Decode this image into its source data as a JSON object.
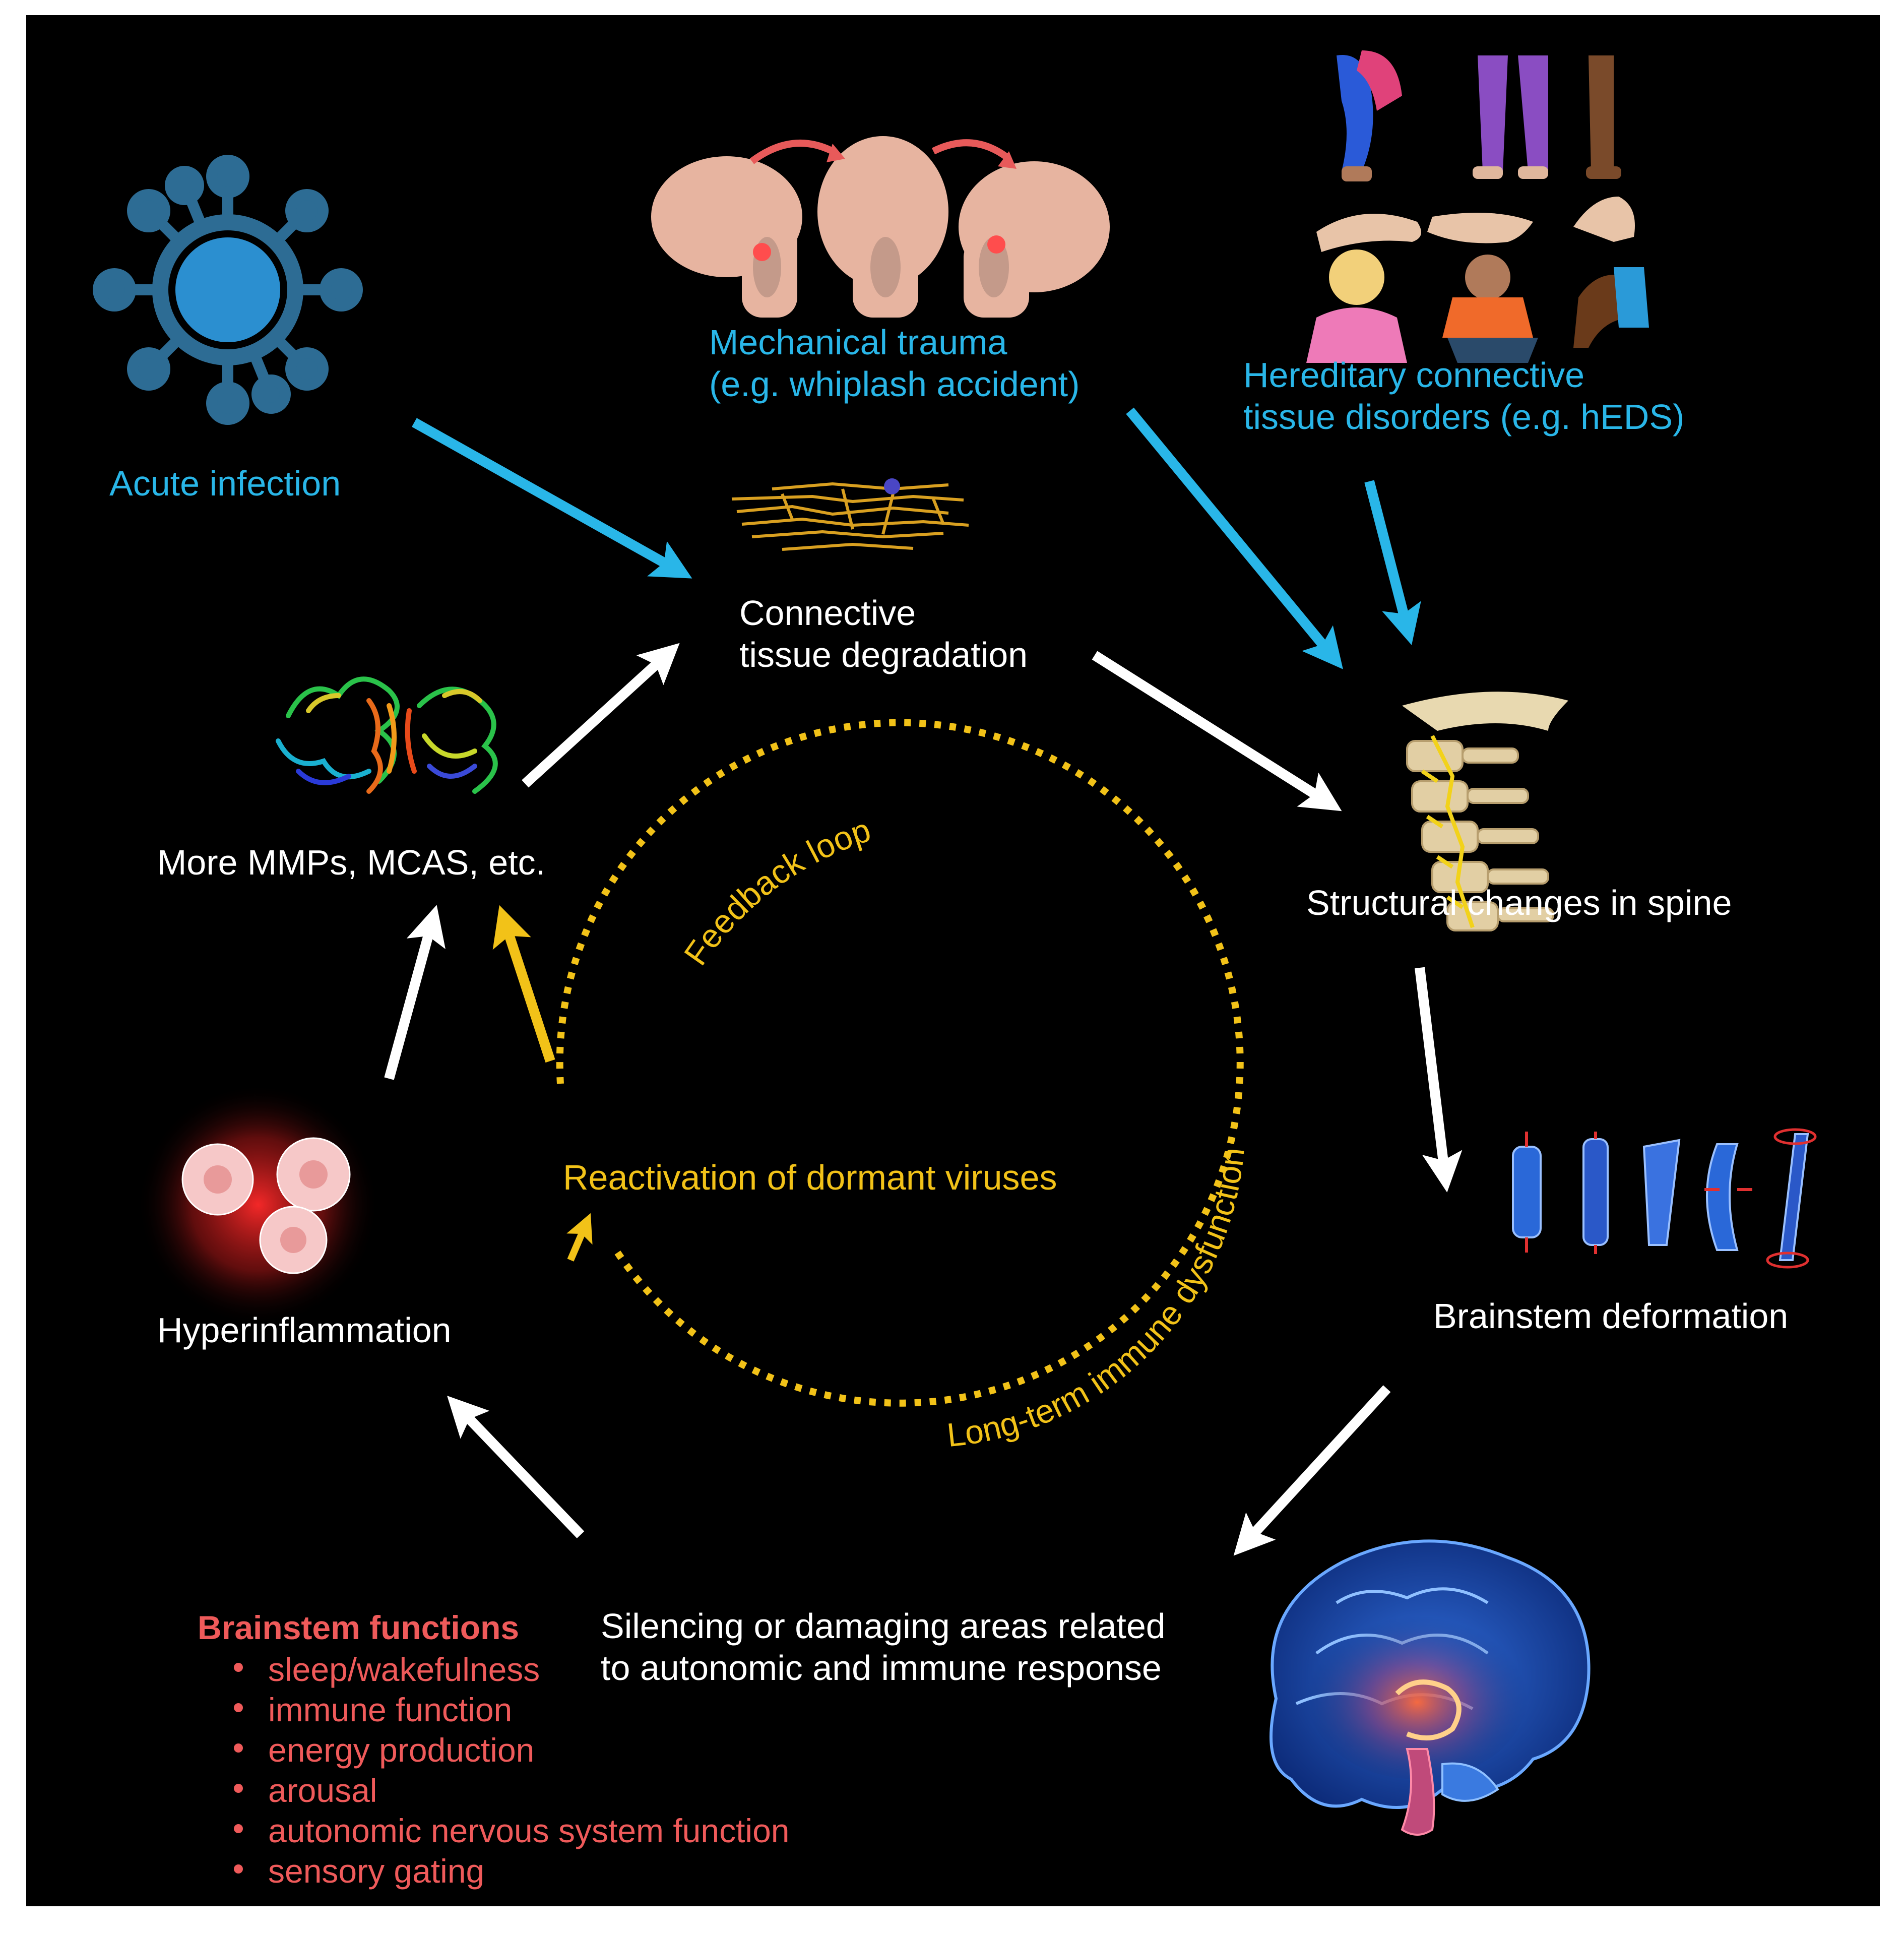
{
  "colors": {
    "background": "#000000",
    "cause_blue": "#29b6e8",
    "arrow_white": "#ffffff",
    "loop_yellow": "#f2c218",
    "function_red": "#ef5a5a"
  },
  "causes": {
    "acute_infection": "Acute infection",
    "mechanical_trauma": [
      "Mechanical trauma",
      "(e.g. whiplash accident)"
    ],
    "hereditary": [
      "Hereditary connective",
      "tissue disorders (e.g. hEDS)"
    ]
  },
  "cycle": {
    "connective_tissue": [
      "Connective",
      "tissue degradation"
    ],
    "spine": "Structural changes in spine",
    "brainstem_deformation": "Brainstem deformation",
    "silencing": [
      "Silencing or damaging areas related",
      "to autonomic and immune response"
    ],
    "hyperinflammation": "Hyperinflammation",
    "mmps": "More MMPs, MCAS, etc."
  },
  "loop": {
    "feedback": "Feedback loop",
    "long_term": "Long-term immune dysfunction",
    "reactivation": "Reactivation of dormant viruses"
  },
  "brainstem_functions": {
    "title": "Brainstem functions",
    "items": [
      "sleep/wakefulness",
      "immune function",
      "energy production",
      "arousal",
      "autonomic nervous system function",
      "sensory gating"
    ]
  },
  "icons": [
    "virus-icon",
    "whiplash-heads-icon",
    "hypermobility-poses-icon",
    "collagen-fibers-icon",
    "mmp-protein-icon",
    "cervical-spine-icon",
    "brainstem-deformation-icon",
    "brain-icon",
    "inflamed-cells-icon"
  ]
}
